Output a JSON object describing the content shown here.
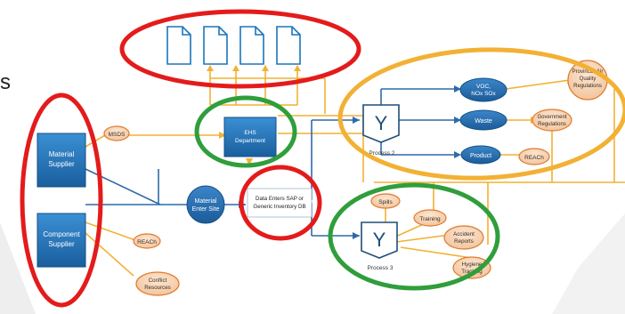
{
  "slide": {
    "edge_fragment": "s"
  },
  "colors": {
    "orange_line": "#f2b134",
    "blue_box": "#1f6fb5",
    "blue_box_light": "#2f84c9",
    "circle_blue": "#2a6db0",
    "pill_fill": "#f6d4b8",
    "pill_stroke": "#e07a2e",
    "red_ring": "#e41b1b",
    "green_ring": "#2f9e3b",
    "yellow_ring": "#f2b134",
    "doc_stroke": "#1b75bb",
    "connector_blue": "#2f6aa8",
    "text_dark": "#3b2a1a"
  },
  "nodes": {
    "material_supplier": "Material\nSupplier",
    "component_supplier": "Component\nSupplier",
    "ehs_department": "EHS\nDepartment",
    "material_enter_site": "Material\nEnter Site",
    "data_enters_sap": "Data Enters SAP or\nGeneric Inventory DB",
    "process_2": "Process 2",
    "process_3": "Process 3",
    "y_symbol": "Y",
    "voc": "VOC,\nNOx SOx",
    "waste": "Waste",
    "product": "Product"
  },
  "pills": {
    "msds": "MSDS",
    "reach_left": "REACh",
    "conflict_resources": "Conflict\nResources",
    "provincial": "Provincial Air\nQuality\nRegulations",
    "government": "Government\nRegulations",
    "reach_right": "REACh",
    "spills": "Spills",
    "training": "Training",
    "accident_reports": "Accident\nReports",
    "hygiene_tracking": "Hygiene\nTracking"
  }
}
